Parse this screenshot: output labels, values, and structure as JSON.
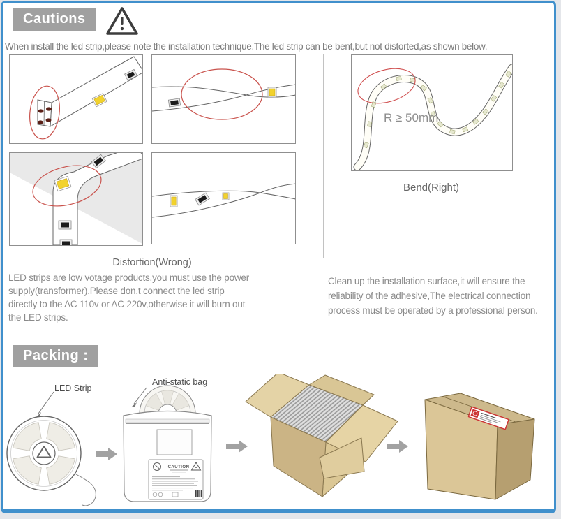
{
  "cautions": {
    "title": "Cautions",
    "intro": "When install the led strip,please note the installation technique.The led strip can be bent,but not distorted,as shown below.",
    "distortion_caption": "Distortion(Wrong)",
    "bend_caption": "Bend(Right)",
    "bend_radius_note": "R ≥ 50mm",
    "power_note": "LED strips are low votage products,you must use the power supply(transformer).Please don,t connect the led strip directly to the AC 110v or AC 220v,otherwise it will burn out the LED strips.",
    "surface_note": "Clean up the installation surface,it will ensure the reliability of the adhesive,The electrical connection process must be operated by a professional person."
  },
  "packing": {
    "title": "Packing :",
    "led_strip_label": "LED Strip",
    "bag_label": "Anti-static bag",
    "bag_caution_label": "CAUTION"
  },
  "icons": {
    "warning": "warning-triangle-icon",
    "flow_arrow": "right-arrow-icon"
  },
  "colors": {
    "accent_blue": "#4090cc",
    "header_gray": "#a0a0a0",
    "highlight_red": "#c9524c",
    "cardboard_light": "#e4d3a6",
    "cardboard_mid": "#dbc697",
    "cardboard_dark": "#b69f70",
    "led_yellow": "#f2d22c"
  }
}
